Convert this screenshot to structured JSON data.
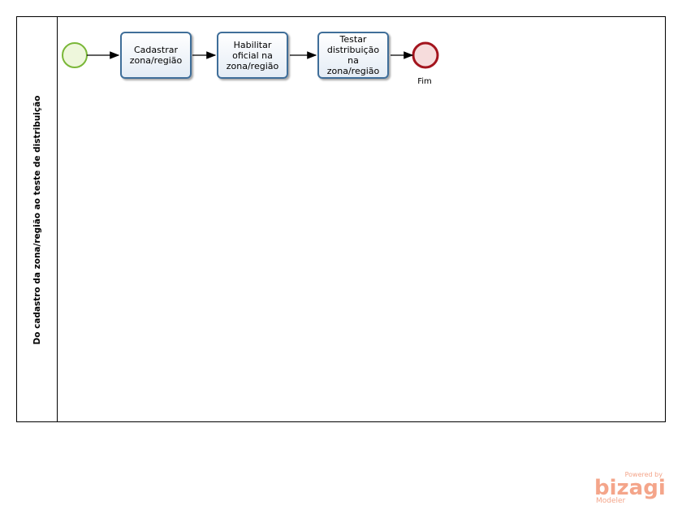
{
  "pool": {
    "lane_title": "Do cadastro da zona/região ao teste de distribuição"
  },
  "tasks": [
    {
      "label": "Cadastrar zona/região"
    },
    {
      "label": "Habilitar oficial na zona/região"
    },
    {
      "label": "Testar distribuição na zona/região"
    }
  ],
  "end_event": {
    "label": "Fim"
  },
  "colors": {
    "start_stroke": "#7ab738",
    "start_fill": "#eef7dc",
    "end_stroke": "#a3141d",
    "end_fill": "#f6dcdc",
    "task_stroke": "#3f6e99",
    "logo": "#f4a58a"
  },
  "watermark": {
    "powered": "Powered by",
    "brand": "bizagi",
    "product": "Modeler"
  }
}
